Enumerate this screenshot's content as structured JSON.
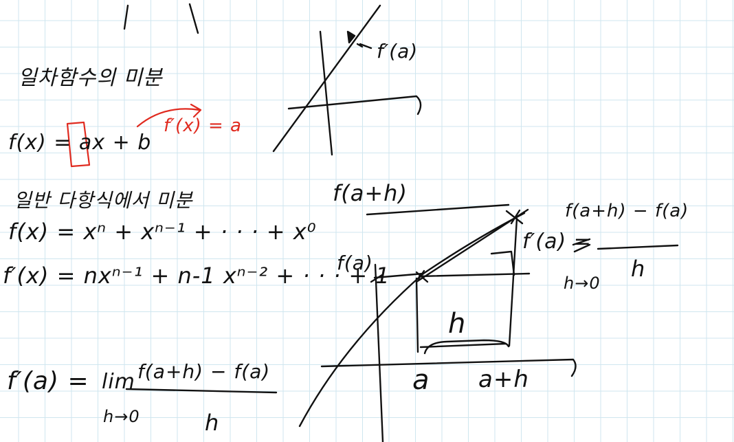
{
  "note": {
    "heading_linear": "일차함수의 미분",
    "eq_linear": "f(x) = ax + b",
    "eq_linear_deriv": "f′(x) = a",
    "heading_poly": "일반 다항식에서 미분",
    "eq_poly": "f(x) = xⁿ + xⁿ⁻¹ + · · · + x⁰",
    "eq_poly_deriv": "f′(x) = nxⁿ⁻¹ + n-1 xⁿ⁻² + · · · + 1",
    "def_lhs": "f′(a) =",
    "def_lim": "lim",
    "def_sub": "h→0",
    "def_num": "f(a+h) − f(a)",
    "def_den": "h"
  },
  "graph_top": {
    "point_label": "f′(a)"
  },
  "graph_bottom": {
    "fah_label": "f(a+h)",
    "fa_label": "f(a)",
    "h_label": "h",
    "a_label": "a",
    "ah_label": "a+h"
  },
  "right_def": {
    "lhs": "f′(a) =",
    "sub": "h→0",
    "num": "f(a+h) − f(a)",
    "den": "h"
  },
  "colors": {
    "ink": "#111111",
    "red_ink": "#e02a1f",
    "grid": "#cfe6ef"
  }
}
